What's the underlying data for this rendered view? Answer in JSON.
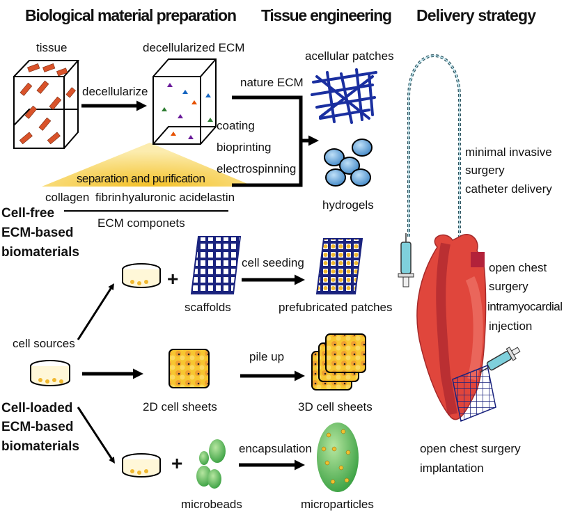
{
  "headers": {
    "preparation": "Biological material preparation",
    "tissue_engineering": "Tissue engineering",
    "delivery": "Delivery strategy"
  },
  "cell_free": {
    "tissue": "tissue",
    "decellularize": "decellularize",
    "decellularized_ecm": "decellularized ECM",
    "separation": "separation and purification",
    "components": [
      "collagen",
      "fibrin",
      "hyaluronic acid",
      "elastin"
    ],
    "ecm_components": "ECM componets",
    "nature_ecm": "nature ECM",
    "methods": [
      "coating",
      "bioprinting",
      "electrospinning"
    ],
    "acellular_patches": "acellular patches",
    "hydrogels": "hydrogels",
    "category": [
      "Cell-free",
      "ECM-based",
      "biomaterials"
    ]
  },
  "cell_loaded": {
    "cell_sources": "cell sources",
    "category": [
      "Cell-loaded",
      "ECM-based",
      "biomaterials"
    ],
    "plus": "+",
    "scaffolds": "scaffolds",
    "cell_seeding": "cell seeding",
    "prefabricated_patches": "prefubricated patches",
    "sheets_2d": "2D cell sheets",
    "pile_up": "pile up",
    "sheets_3d": "3D cell sheets",
    "microbeads": "microbeads",
    "encapsulation": "encapsulation",
    "microparticles": "microparticles"
  },
  "delivery": {
    "catheter": [
      "minimal invasive",
      "surgery",
      "catheter delivery"
    ],
    "injection": [
      "open chest",
      "surgery",
      "intramyocardial",
      "injection"
    ],
    "implantation": [
      "open chest surgery",
      "implantation"
    ]
  }
}
